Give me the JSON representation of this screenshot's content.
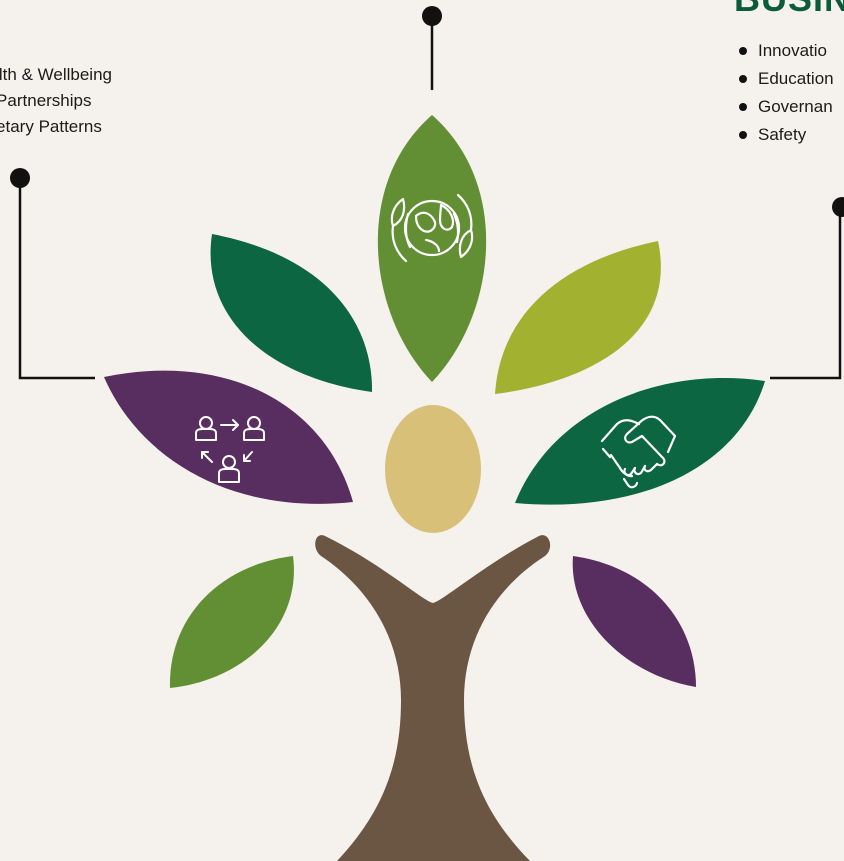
{
  "colors": {
    "background": "#f5f2ed",
    "dark_green": "#0b6641",
    "mid_green": "#628f33",
    "lime": "#a3b131",
    "purple": "#582d5f",
    "trunk": "#6b5643",
    "head": "#d8c079",
    "title": "#0b5a3a",
    "connector": "#111111"
  },
  "left_list": {
    "items": [
      "ealth & Wellbeing",
      "& Partnerships",
      "Dietary Patterns"
    ]
  },
  "right_panel": {
    "title": "BUSIN",
    "items": [
      "Innovatio",
      "Education",
      "Governan",
      "Safety"
    ]
  },
  "icons": {
    "top_leaf": "globe-recycle-icon",
    "left_leaf": "people-network-icon",
    "right_leaf": "handshake-icon"
  }
}
